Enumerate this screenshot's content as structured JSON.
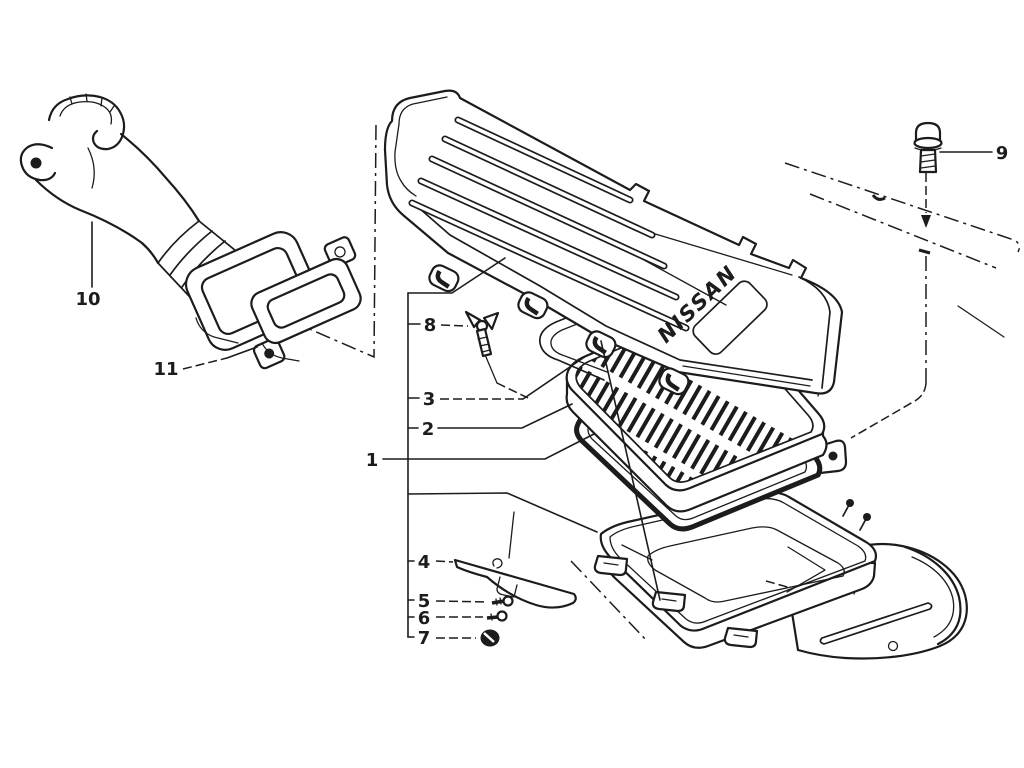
{
  "colors": {
    "ink": "#1c1c1c",
    "paper": "#ffffff"
  },
  "diagram": {
    "emblem": {
      "text": "NISSAN"
    },
    "callouts": [
      {
        "number": "1"
      },
      {
        "number": "2"
      },
      {
        "number": "3"
      },
      {
        "number": "4"
      },
      {
        "number": "5"
      },
      {
        "number": "6"
      },
      {
        "number": "7"
      },
      {
        "number": "8"
      },
      {
        "number": "9"
      },
      {
        "number": "10"
      },
      {
        "number": "11"
      }
    ]
  }
}
